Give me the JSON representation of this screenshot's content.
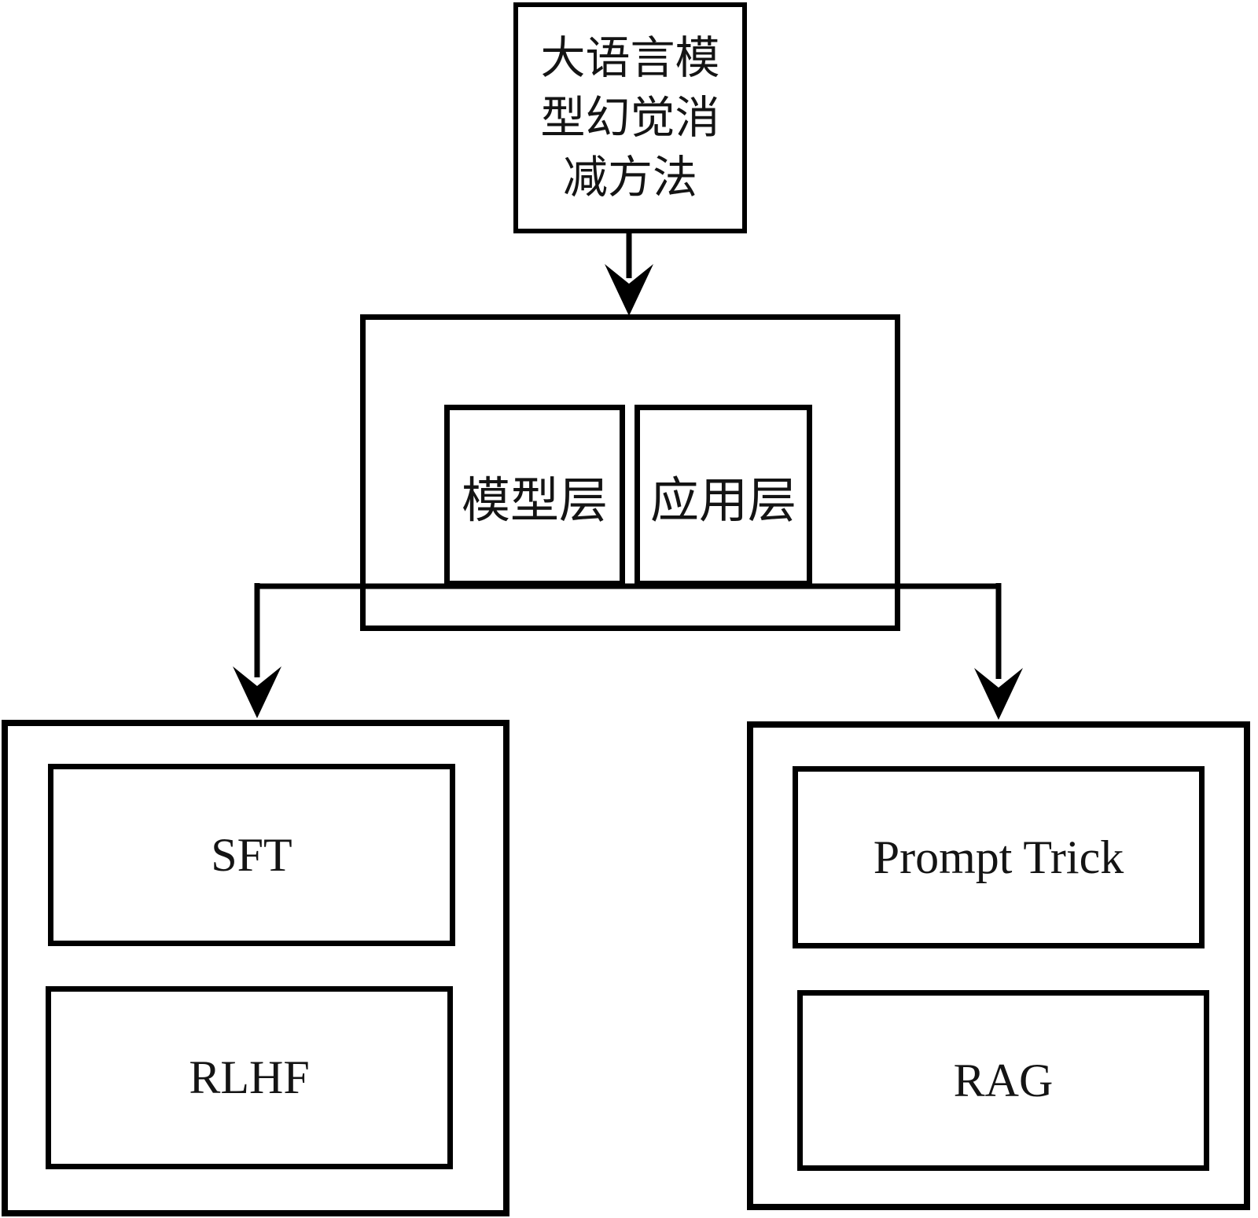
{
  "nodes": {
    "root": "大语言模型幻觉消减方法",
    "model_layer": "模型层",
    "app_layer": "应用层",
    "sft": "SFT",
    "rlhf": "RLHF",
    "prompt_trick": "Prompt Trick",
    "rag": "RAG"
  },
  "colors": {
    "line": "#000000",
    "background": "#ffffff",
    "text": "#141414"
  }
}
